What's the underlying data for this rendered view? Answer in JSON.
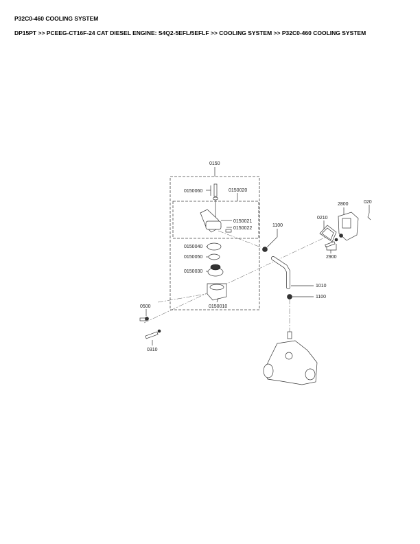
{
  "page": {
    "title": "P32C0-460 COOLING SYSTEM",
    "breadcrumb": "DP15PT >> PCEEG-CT16F-24 CAT DIESEL ENGINE: S4Q2-5EFL/5EFLF >> COOLING SYSTEM >> P32C0-460 COOLING SYSTEM"
  },
  "diagram": {
    "labels": {
      "p0150": "0150",
      "p0150060": "0150060",
      "p0150020": "0150020",
      "p0150021": "0150021",
      "p0150022": "0150022",
      "p0150040": "0150040",
      "p0150050": "0150050",
      "p0150030": "0150030",
      "p0150010": "0150010",
      "p0500": "0500",
      "p0310": "0310",
      "p1100a": "1100",
      "p1010": "1010",
      "p1100b": "1100",
      "p0210": "0210",
      "p2800": "2800",
      "p0200": "020",
      "p2900": "2900"
    }
  }
}
